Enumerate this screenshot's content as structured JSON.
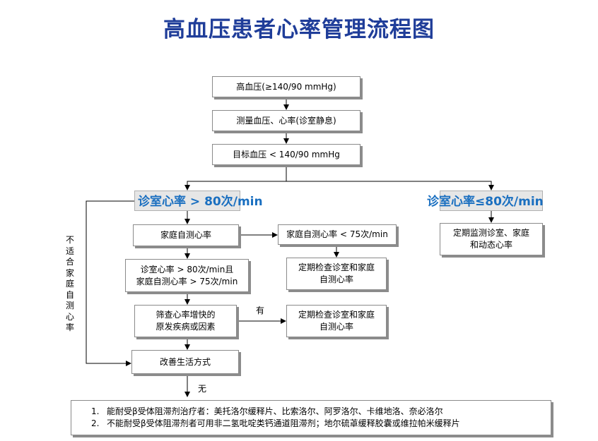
{
  "title": "高血压患者心率管理流程图",
  "steps": {
    "hypertension": "高血压(≥140/90 mmHg)",
    "measure": "测量血压、心率(诊室静息)",
    "target": "目标血压 < 140/90 mmHg"
  },
  "branches": {
    "high": "诊室心率 > 80次/min",
    "low": "诊室心率≤80次/min"
  },
  "left_path": {
    "home_monitor": "家庭自测心率",
    "condition_line1": "诊室心率 > 80次/min且",
    "condition_line2": "家庭自测心率 > 75次/min",
    "screen_line1": "筛查心率增快的",
    "screen_line2": "原发疾病或因素",
    "lifestyle": "改善生活方式"
  },
  "right_path": {
    "home_low": "家庭自测心率 < 75次/min",
    "periodic_check_1_line1": "定期检查诊室和家庭",
    "periodic_check_1_line2": "自测心率",
    "periodic_check_2_line1": "定期检查诊室和家庭",
    "periodic_check_2_line2": "自测心率"
  },
  "low_path": {
    "monitor_line1": "定期监测诊室、家庭",
    "monitor_line2": "和动态心率"
  },
  "labels": {
    "yes": "有",
    "no": "无",
    "not_suitable": [
      "不",
      "适",
      "合",
      "家",
      "庭",
      "自",
      "测",
      "心",
      "率"
    ]
  },
  "treatment": [
    {
      "num": "1.",
      "text": "能耐受β受体阻滞剂治疗者：美托洛尔缓释片、比索洛尔、阿罗洛尔、卡维地洛、奈必洛尔"
    },
    {
      "num": "2.",
      "text": "不能耐受β受体阻滞剂者可用非二氢吡啶类钙通道阻滞剂；地尔硫䓬缓释胶囊或维拉帕米缓释片"
    }
  ],
  "colors": {
    "title": "#1f3d99",
    "highlight": "#1a6fc0",
    "box_border": "#8a8a8a"
  }
}
